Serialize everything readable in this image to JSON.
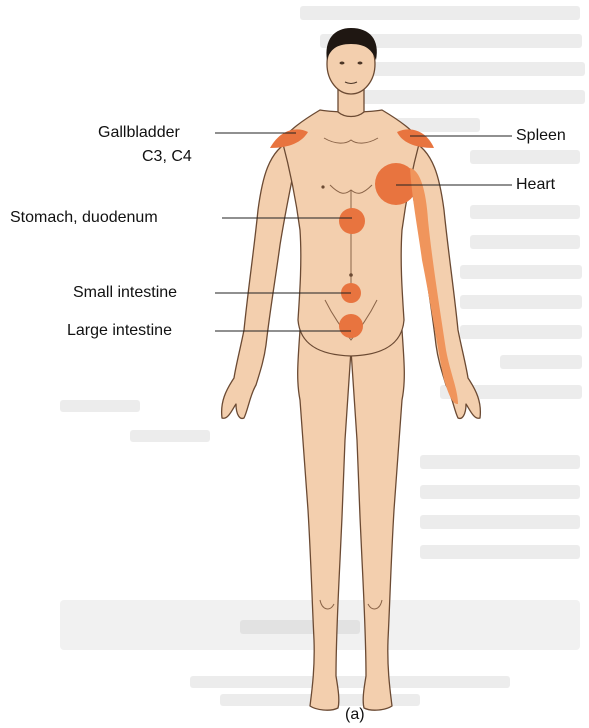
{
  "labels": {
    "gallbladder": "Gallbladder",
    "cervical": "C3, C4",
    "spleen": "Spleen",
    "heart": "Heart",
    "stomach": "Stomach, duodenum",
    "small_intestine": "Small intestine",
    "large_intestine": "Large intestine"
  },
  "caption": "(a)",
  "colors": {
    "skin": "#f3cfae",
    "skin_shadow": "#e7b48c",
    "outline": "#6b4a33",
    "hair": "#1f1712",
    "pain_area": "#e8743f",
    "pain_area_light": "#f0955c",
    "background_text": "#ececec"
  }
}
